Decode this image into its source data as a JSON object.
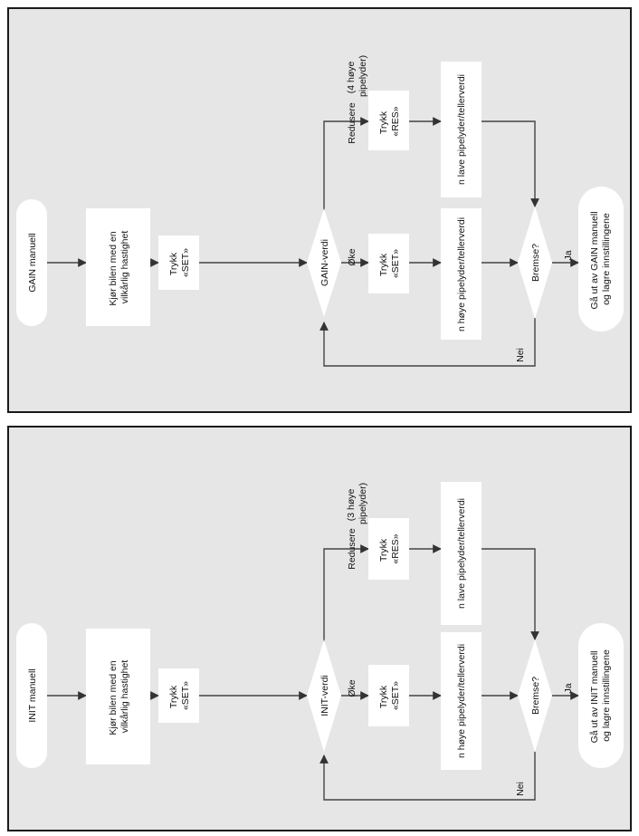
{
  "colors": {
    "panel_bg": "#e6e6e6",
    "panel_border": "#1a1a1a",
    "node_fill": "#ffffff",
    "edge": "#444444",
    "text": "#111111"
  },
  "panels": [
    {
      "start": "GAIN manuell",
      "drive": [
        "Kjør bilen med en",
        "vilkårlig hastighet"
      ],
      "press_set_1": [
        "Trykk",
        "«SET»"
      ],
      "decision": "GAIN-verdi",
      "note": [
        "(4 høye",
        "pipelyder)"
      ],
      "label_increase": "Øke",
      "label_decrease": "Redusere",
      "press_set_2": [
        "Trykk",
        "«SET»"
      ],
      "press_res": [
        "Trykk",
        "«RES»"
      ],
      "high_beeps": "n høye pipelyder/tellerverdi",
      "low_beeps": "n lave pipelyder/tellerverdi",
      "brake": "Bremse?",
      "label_yes": "Ja",
      "label_no": "Nei",
      "end": [
        "Gå ut av GAIN manuell",
        "og lagre innstillingene"
      ]
    },
    {
      "start": "INIT manuell",
      "drive": [
        "Kjør bilen med en",
        "vilkårlig hastighet"
      ],
      "press_set_1": [
        "Trykk",
        "«SET»"
      ],
      "decision": "INIT-verdi",
      "note": [
        "(3 høye",
        "pipelyder)"
      ],
      "label_increase": "Øke",
      "label_decrease": "Redusere",
      "press_set_2": [
        "Trykk",
        "«SET»"
      ],
      "press_res": [
        "Trykk",
        "«RES»"
      ],
      "high_beeps": "n høye pipelyder/tellerverdi",
      "low_beeps": "n lave pipelyder/tellerverdi",
      "brake": "Bremse?",
      "label_yes": "Ja",
      "label_no": "Nei",
      "end": [
        "Gå ut av INIT manuell",
        "og lagre innstillingene"
      ]
    }
  ]
}
